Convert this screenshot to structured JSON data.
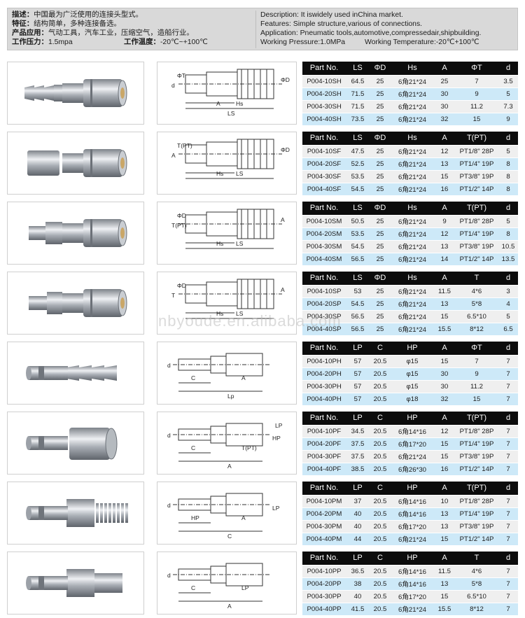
{
  "header": {
    "cn": [
      {
        "k": "描述：",
        "v": "中国最为广泛使用的连接头型式。"
      },
      {
        "k": "特征：",
        "v": "结构简单，多种连接备选。"
      },
      {
        "k": "产品应用：",
        "v": "气动工具，汽车工业，压缩空气，造船行业。"
      },
      {
        "k": "工作压力：",
        "v": "1.5mpa",
        "k2": "工作温度：",
        "v2": "-20℃~+100℃"
      }
    ],
    "en": [
      {
        "k": "Description:",
        "v": "It iswidely used inChina market."
      },
      {
        "k": "Features:",
        "v": "Simple structure,various of connections."
      },
      {
        "k": "Application:",
        "v": "Pneumatic tools,automotive,compressedair,shipbuilding."
      },
      {
        "k": "Working Pressure:",
        "v": "1.0MPa",
        "k2": "Working Temperature:",
        "v2": "-20℃+100℃"
      }
    ]
  },
  "watermark": "nbyoude.en.alibaba.com",
  "groups": [
    {
      "headers": [
        "Part No.",
        "LS",
        "ΦD",
        "Hs",
        "A",
        "ΦT",
        "d"
      ],
      "rows": [
        [
          "P004-10SH",
          "64.5",
          "25",
          "6角21*24",
          "25",
          "7",
          "3.5"
        ],
        [
          "P004-20SH",
          "71.5",
          "25",
          "6角21*24",
          "30",
          "9",
          "5"
        ],
        [
          "P004-30SH",
          "71.5",
          "25",
          "6角21*24",
          "30",
          "11.2",
          "7.3"
        ],
        [
          "P004-40SH",
          "73.5",
          "25",
          "6角21*24",
          "32",
          "15",
          "9"
        ]
      ],
      "drawing_labels": [
        "d",
        "ΦT",
        "ΦD",
        "A",
        "Hs",
        "LS"
      ]
    },
    {
      "headers": [
        "Part No.",
        "LS",
        "ΦD",
        "Hs",
        "A",
        "T(PT)",
        "d"
      ],
      "rows": [
        [
          "P004-10SF",
          "47.5",
          "25",
          "6角21*24",
          "12",
          "PT1/8\" 28P",
          "5"
        ],
        [
          "P004-20SF",
          "52.5",
          "25",
          "6角21*24",
          "13",
          "PT1/4\" 19P",
          "8"
        ],
        [
          "P004-30SF",
          "53.5",
          "25",
          "6角21*24",
          "15",
          "PT3/8\" 19P",
          "8"
        ],
        [
          "P004-40SF",
          "54.5",
          "25",
          "6角21*24",
          "16",
          "PT1/2\" 14P",
          "8"
        ]
      ],
      "drawing_labels": [
        "A",
        "T(PT)",
        "ΦD",
        "Hs",
        "LS"
      ]
    },
    {
      "headers": [
        "Part No.",
        "LS",
        "ΦD",
        "Hs",
        "A",
        "T(PT)",
        "d"
      ],
      "rows": [
        [
          "P004-10SM",
          "50.5",
          "25",
          "6角21*24",
          "9",
          "PT1/8\" 28P",
          "5"
        ],
        [
          "P004-20SM",
          "53.5",
          "25",
          "6角21*24",
          "12",
          "PT1/4\" 19P",
          "8"
        ],
        [
          "P004-30SM",
          "54.5",
          "25",
          "6角21*24",
          "13",
          "PT3/8\" 19P",
          "10.5"
        ],
        [
          "P004-40SM",
          "56.5",
          "25",
          "6角21*24",
          "14",
          "PT1/2\" 14P",
          "13.5"
        ]
      ],
      "drawing_labels": [
        "T(PT)",
        "ΦD",
        "A",
        "Hs",
        "LS"
      ]
    },
    {
      "headers": [
        "Part No.",
        "LS",
        "ΦD",
        "Hs",
        "A",
        "T",
        "d"
      ],
      "rows": [
        [
          "P004-10SP",
          "53",
          "25",
          "6角21*24",
          "11.5",
          "4*6",
          "3"
        ],
        [
          "P004-20SP",
          "54.5",
          "25",
          "6角21*24",
          "13",
          "5*8",
          "4"
        ],
        [
          "P004-30SP",
          "56.5",
          "25",
          "6角21*24",
          "15",
          "6.5*10",
          "5"
        ],
        [
          "P004-40SP",
          "56.5",
          "25",
          "6角21*24",
          "15.5",
          "8*12",
          "6.5"
        ]
      ],
      "drawing_labels": [
        "T",
        "ΦD",
        "A",
        "Hs",
        "LS"
      ]
    },
    {
      "headers": [
        "Part No.",
        "LP",
        "C",
        "HP",
        "A",
        "ΦT",
        "d"
      ],
      "rows": [
        [
          "P004-10PH",
          "57",
          "20.5",
          "φ15",
          "15",
          "7",
          "7"
        ],
        [
          "P004-20PH",
          "57",
          "20.5",
          "φ15",
          "30",
          "9",
          "7"
        ],
        [
          "P004-30PH",
          "57",
          "20.5",
          "φ15",
          "30",
          "11.2",
          "7"
        ],
        [
          "P004-40PH",
          "57",
          "20.5",
          "φ18",
          "32",
          "15",
          "7"
        ]
      ],
      "drawing_labels": [
        "d",
        "C",
        "Lp",
        "A"
      ]
    },
    {
      "headers": [
        "Part No.",
        "LP",
        "C",
        "HP",
        "A",
        "T(PT)",
        "d"
      ],
      "rows": [
        [
          "P004-10PF",
          "34.5",
          "20.5",
          "6角14*16",
          "12",
          "PT1/8\" 28P",
          "7"
        ],
        [
          "P004-20PF",
          "37.5",
          "20.5",
          "6角17*20",
          "15",
          "PT1/4\" 19P",
          "7"
        ],
        [
          "P004-30PF",
          "37.5",
          "20.5",
          "6角21*24",
          "15",
          "PT3/8\" 19P",
          "7"
        ],
        [
          "P004-40PF",
          "38.5",
          "20.5",
          "6角26*30",
          "16",
          "PT1/2\" 14P",
          "7"
        ]
      ],
      "drawing_labels": [
        "d",
        "C",
        "A",
        "T(PT)",
        "HP",
        "LP"
      ]
    },
    {
      "headers": [
        "Part No.",
        "LP",
        "C",
        "HP",
        "A",
        "T(PT)",
        "d"
      ],
      "rows": [
        [
          "P004-10PM",
          "37",
          "20.5",
          "6角14*16",
          "10",
          "PT1/8\" 28P",
          "7"
        ],
        [
          "P004-20PM",
          "40",
          "20.5",
          "6角14*16",
          "13",
          "PT1/4\" 19P",
          "7"
        ],
        [
          "P004-30PM",
          "40",
          "20.5",
          "6角17*20",
          "13",
          "PT3/8\" 19P",
          "7"
        ],
        [
          "P004-40PM",
          "44",
          "20.5",
          "6角21*24",
          "15",
          "PT1/2\" 14P",
          "7"
        ]
      ],
      "drawing_labels": [
        "d",
        "HP",
        "C",
        "A",
        "LP"
      ]
    },
    {
      "headers": [
        "Part No.",
        "LP",
        "C",
        "HP",
        "A",
        "T",
        "d"
      ],
      "rows": [
        [
          "P004-10PP",
          "36.5",
          "20.5",
          "6角14*16",
          "11.5",
          "4*6",
          "7"
        ],
        [
          "P004-20PP",
          "38",
          "20.5",
          "6角14*16",
          "13",
          "5*8",
          "7"
        ],
        [
          "P004-30PP",
          "40",
          "20.5",
          "6角17*20",
          "15",
          "6.5*10",
          "7"
        ],
        [
          "P004-40PP",
          "41.5",
          "20.5",
          "6角21*24",
          "15.5",
          "8*12",
          "7"
        ]
      ],
      "drawing_labels": [
        "d",
        "C",
        "A",
        "LP"
      ]
    }
  ],
  "colors": {
    "header_bg": "#d9d9d9",
    "table_head": "#0c0c0c",
    "row_grey": "#efefef",
    "row_blue": "#cde9f8"
  }
}
